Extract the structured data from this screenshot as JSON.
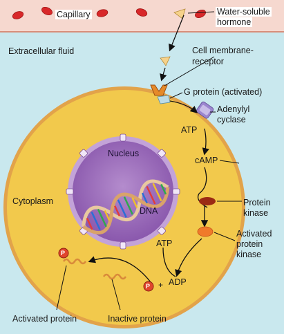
{
  "labels": {
    "capillary": "Capillary",
    "hormone_line1": "Water-soluble",
    "hormone_line2": "hormone",
    "extracellular": "Extracellular fluid",
    "receptor_line1": "Cell membrane-",
    "receptor_line2": "receptor",
    "g_protein": "G protein (activated)",
    "adenylyl_line1": "Adenylyl",
    "adenylyl_line2": "cyclase",
    "atp_top": "ATP",
    "camp": "cAMP",
    "nucleus": "Nucleus",
    "dna": "DNA",
    "cytoplasm": "Cytoplasm",
    "protein_kinase_line1": "Protein",
    "protein_kinase_line2": "kinase",
    "activated_pk_line1": "Activated",
    "activated_pk_line2": "protein",
    "activated_pk_line3": "kinase",
    "atp_bottom": "ATP",
    "adp": "ADP",
    "phosphate": "P",
    "phosphate2": "P",
    "plus": "+",
    "activated_protein": "Activated protein",
    "inactive_protein": "Inactive protein"
  },
  "colors": {
    "capillary_fill": "#f6d8cf",
    "blood_cell": "#d8282a",
    "extracellular": "#c9e8ee",
    "cytoplasm": "#f2c94c",
    "membrane": "#e2a34a",
    "nucleus_outer": "#a77cc2",
    "nucleus_inner": "#8e5db0",
    "kinase": "#9b2a14",
    "activated_kinase": "#f07a2a",
    "phosphate": "#e0452d"
  }
}
